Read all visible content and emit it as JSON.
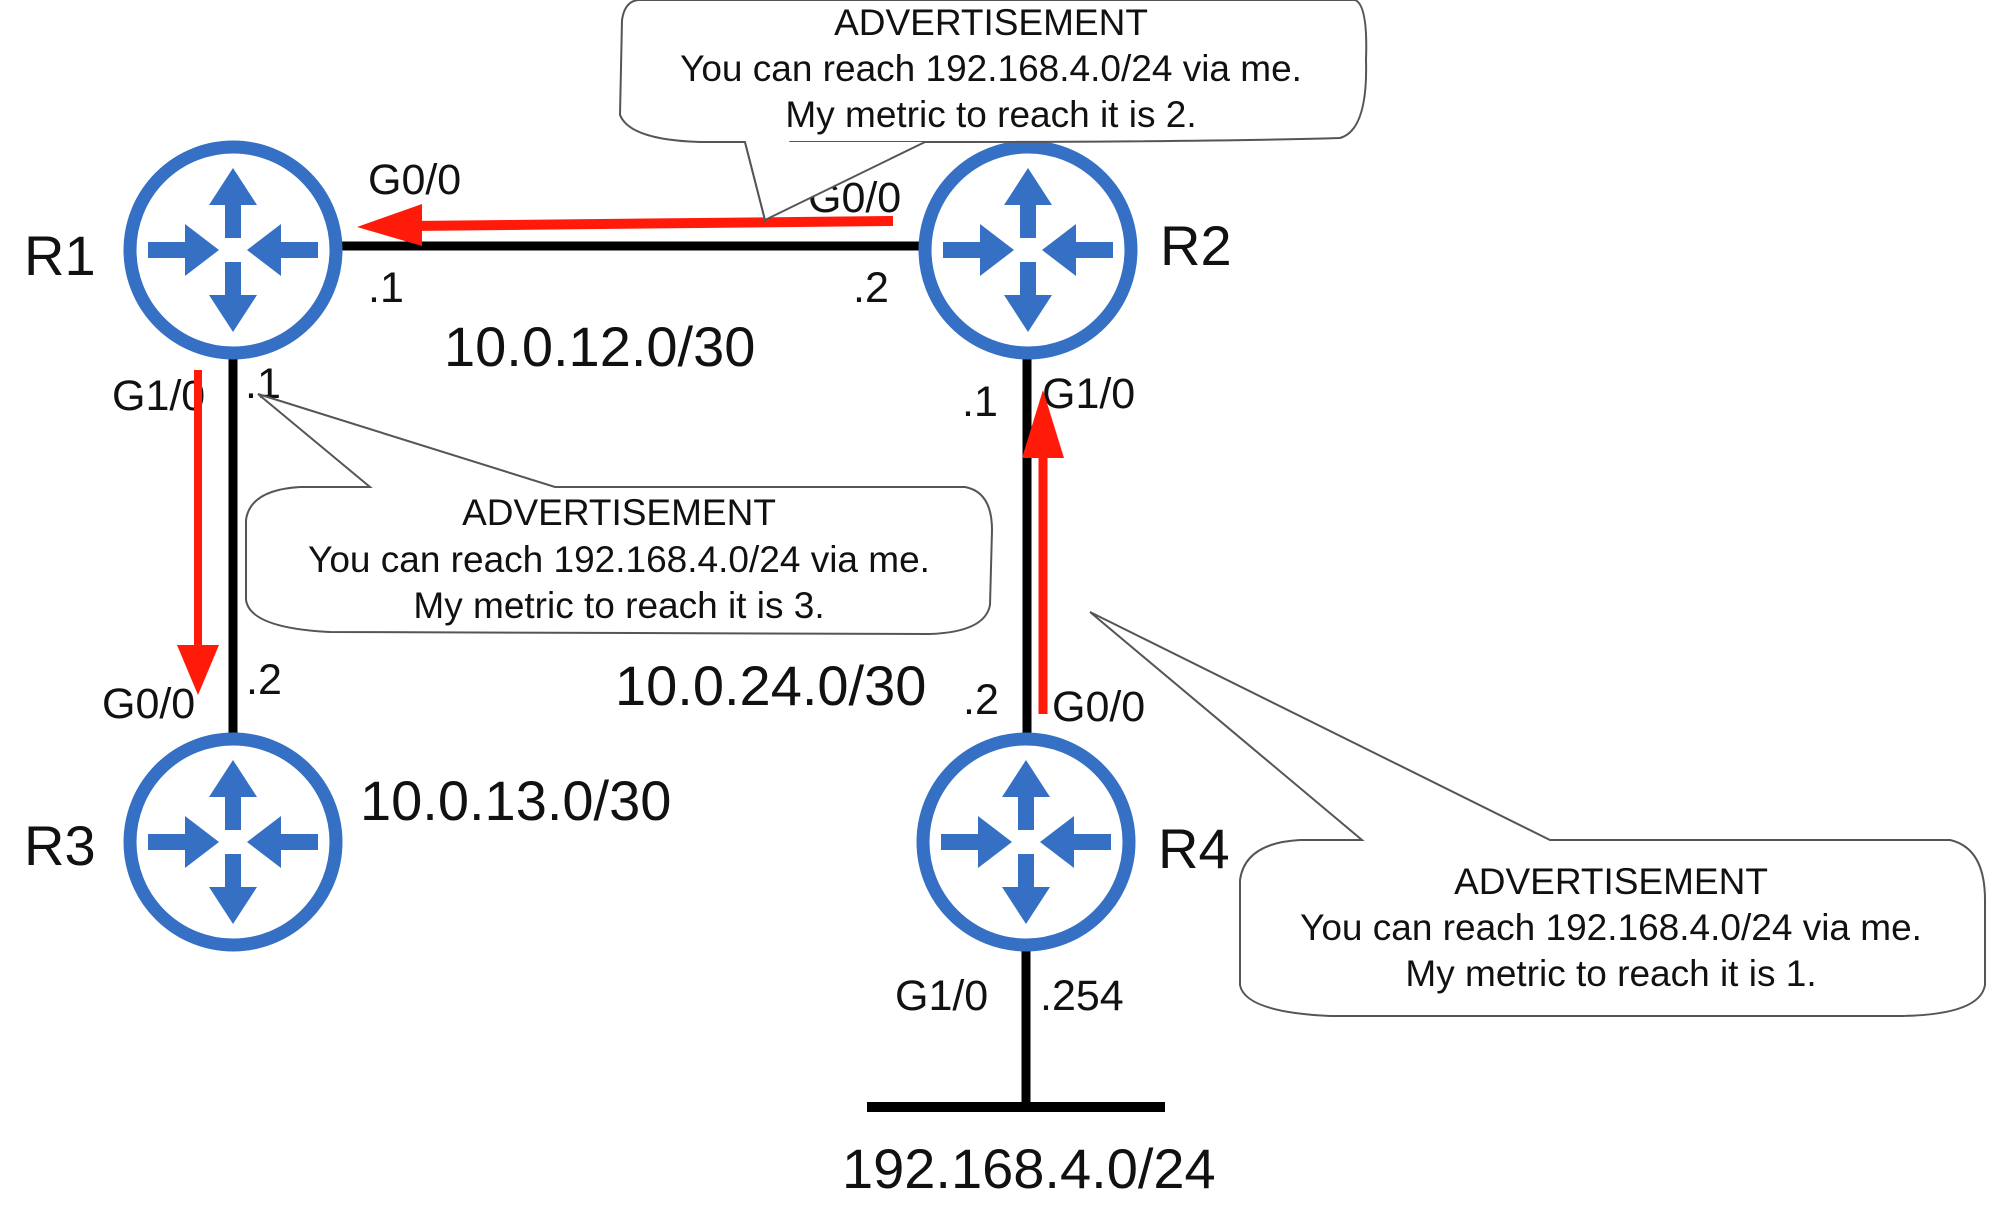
{
  "colors": {
    "router": "#3570c4",
    "advertisement_arrow": "#ff1a0a",
    "link": "#000000"
  },
  "routers": [
    {
      "name": "R1",
      "icon": "router-icon"
    },
    {
      "name": "R2",
      "icon": "router-icon"
    },
    {
      "name": "R3",
      "icon": "router-icon"
    },
    {
      "name": "R4",
      "icon": "router-icon"
    }
  ],
  "links": {
    "r1_r2": {
      "subnet": "10.0.12.0/30",
      "r1_if": "G0/0",
      "r1_ip": ".1",
      "r2_if": "G0/0",
      "r2_ip": ".2"
    },
    "r1_r3": {
      "subnet": "10.0.13.0/30",
      "r1_if": "G1/0",
      "r1_ip": ".1",
      "r3_if": "G0/0",
      "r3_ip": ".2"
    },
    "r2_r4": {
      "subnet": "10.0.24.0/30",
      "r2_if": "G1/0",
      "r2_ip": ".1",
      "r4_if": "G0/0",
      "r4_ip": ".2"
    },
    "r4_lan": {
      "subnet": "192.168.4.0/24",
      "r4_if": "G1/0",
      "r4_ip": ".254"
    }
  },
  "advertisements": [
    {
      "title": "ADVERTISEMENT",
      "line1": "You can reach 192.168.4.0/24 via me.",
      "line2": "My metric to reach it is 2."
    },
    {
      "title": "ADVERTISEMENT",
      "line1": "You can reach 192.168.4.0/24 via me.",
      "line2": "My metric to reach it is 3."
    },
    {
      "title": "ADVERTISEMENT",
      "line1": "You can reach 192.168.4.0/24 via me.",
      "line2": "My metric to reach it is 1."
    }
  ]
}
